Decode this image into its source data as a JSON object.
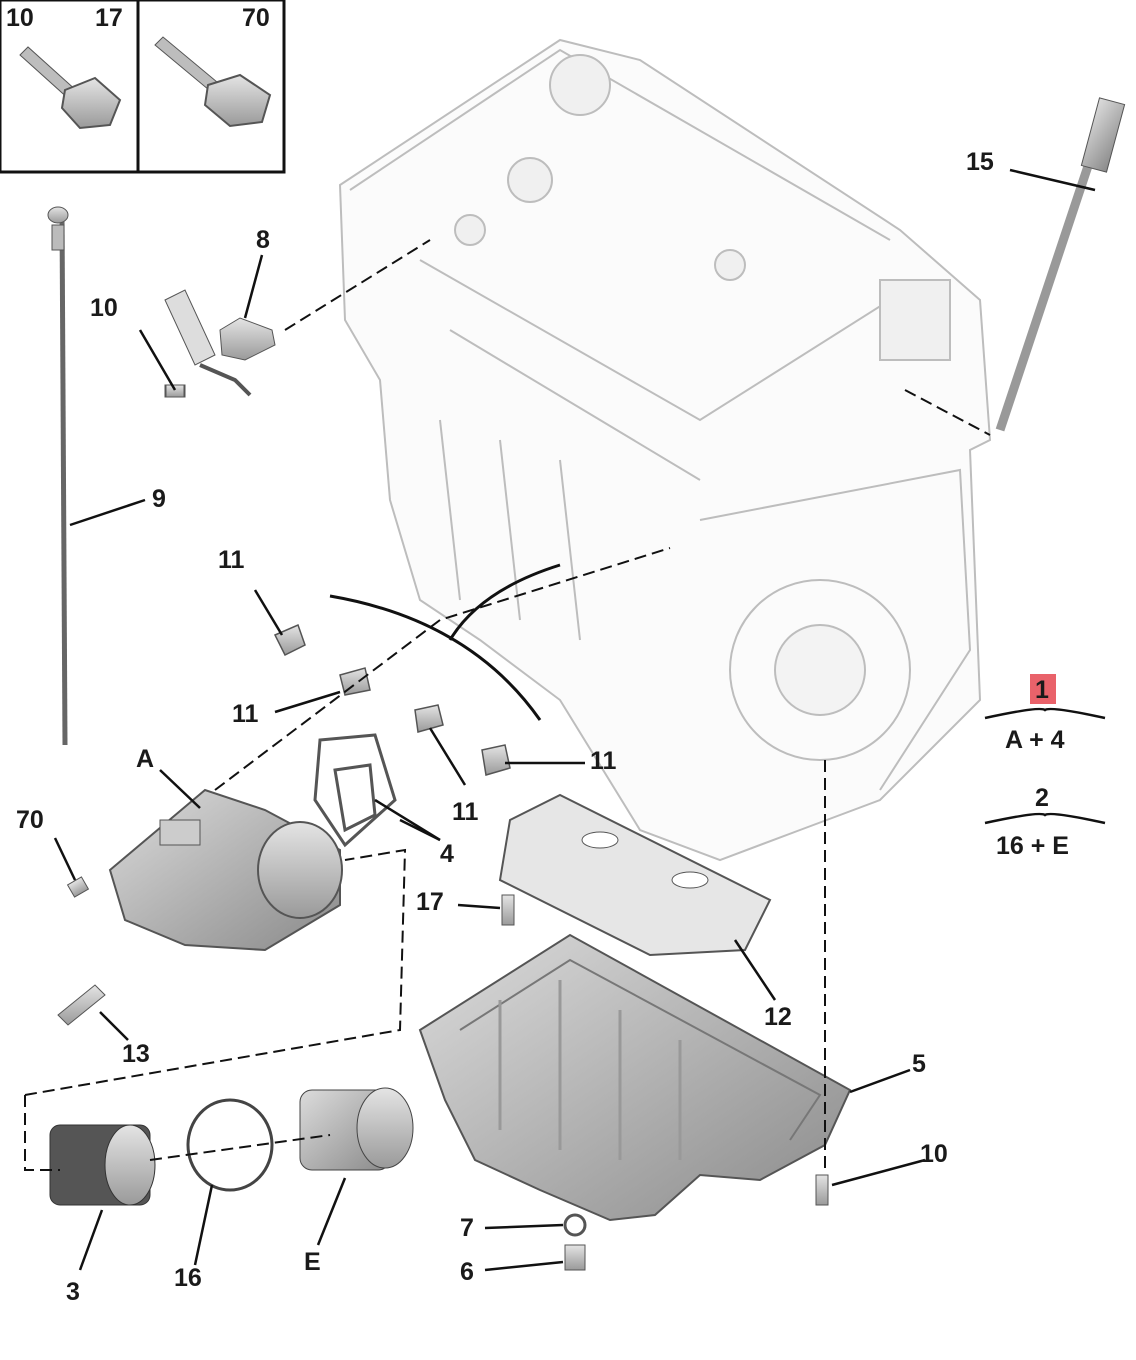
{
  "inset_boxes": [
    {
      "left_label": "10",
      "right_label": "17"
    },
    {
      "right_label": "70"
    }
  ],
  "callouts": {
    "p8": "8",
    "p10a": "10",
    "p9": "9",
    "p15": "15",
    "p11a": "11",
    "p11b": "11",
    "p11c": "11",
    "p11d": "11",
    "pA": "A",
    "p70": "70",
    "p4": "4",
    "p17": "17",
    "p13": "13",
    "p12": "12",
    "p5": "5",
    "p10b": "10",
    "p7": "7",
    "p6": "6",
    "p3": "3",
    "p16": "16",
    "pE": "E"
  },
  "legend": [
    {
      "top": "1",
      "bottom": "A + 4",
      "highlight_color": "#e33b45"
    },
    {
      "top": "2",
      "bottom": "16 + E"
    }
  ]
}
